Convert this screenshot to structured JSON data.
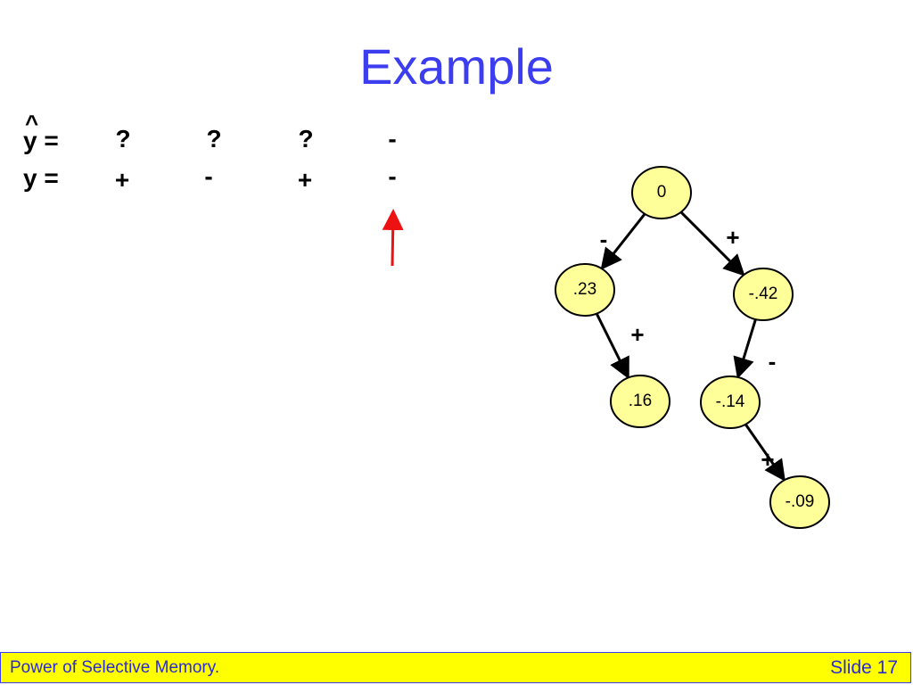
{
  "slide": {
    "title": "Example",
    "rows": [
      {
        "label": "y =",
        "has_hat": true,
        "values": [
          "?",
          "?",
          "?",
          "-"
        ]
      },
      {
        "label": "y =",
        "has_hat": false,
        "values": [
          "+",
          "-",
          "+",
          "-"
        ]
      }
    ],
    "hat_glyph": "^",
    "arrow_color": "#ee1111"
  },
  "tree": {
    "node_fill": "#ffff99",
    "nodes": [
      {
        "id": "root",
        "label": "0"
      },
      {
        "id": "n023",
        "label": ".23"
      },
      {
        "id": "nm042",
        "label": "-.42"
      },
      {
        "id": "n016",
        "label": ".16"
      },
      {
        "id": "nm014",
        "label": "-.14"
      },
      {
        "id": "nm009",
        "label": "-.09"
      }
    ],
    "edges": [
      {
        "from": "root",
        "to": "n023",
        "label": "-"
      },
      {
        "from": "root",
        "to": "nm042",
        "label": "+"
      },
      {
        "from": "n023",
        "to": "n016",
        "label": "+"
      },
      {
        "from": "nm042",
        "to": "nm014",
        "label": "-"
      },
      {
        "from": "nm014",
        "to": "nm009",
        "label": "+"
      }
    ]
  },
  "footer": {
    "left_text": "Power of Selective Memory.",
    "right_text": "Slide 17",
    "background": "#ffff00",
    "text_color": "#2b2bd6"
  }
}
